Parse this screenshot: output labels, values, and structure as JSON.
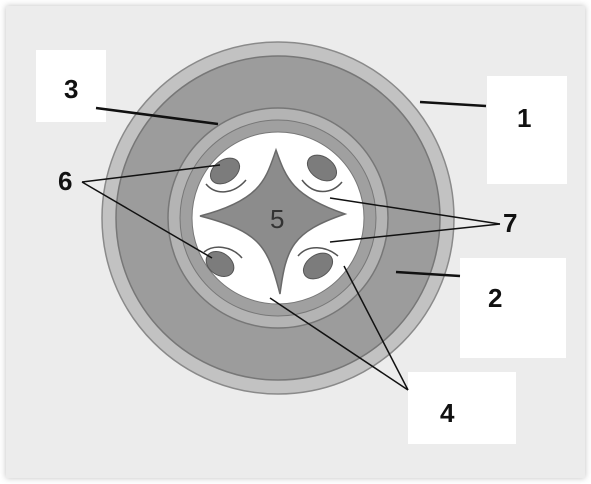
{
  "labels": {
    "l1": "1",
    "l2": "2",
    "l3": "3",
    "l4": "4",
    "l5": "5",
    "l6": "6",
    "l7": "7"
  },
  "colors": {
    "outer_ring": "#c2c2c2",
    "cortex": "#9c9c9c",
    "inner_ring": "#a8a8a8",
    "stele_bg": "#ffffff",
    "xylem": "#8c8c8c",
    "phloem": "#7c7c7c",
    "frame": "#ececec"
  }
}
